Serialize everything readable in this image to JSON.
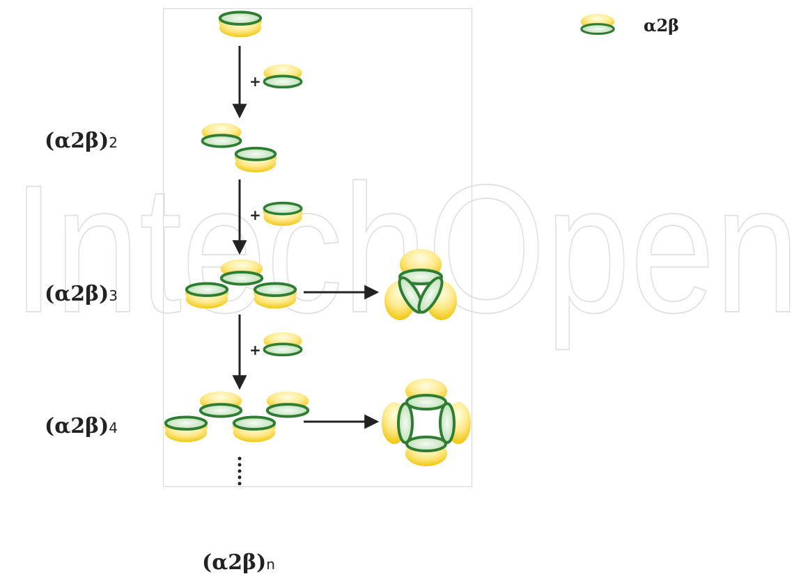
{
  "watermark": "IntechOpen",
  "legend": {
    "label": "α2β"
  },
  "labels": {
    "dimer": {
      "main": "(α2β)",
      "sub": "2"
    },
    "trimer": {
      "main": "(α2β)",
      "sub": "3"
    },
    "tetramer": {
      "main": "(α2β)",
      "sub": "4"
    },
    "polymer": {
      "main": "(α2β)",
      "sub": "n"
    }
  },
  "plus_symbol": "+",
  "colors": {
    "yellow_light": "#fff8b0",
    "yellow_dark": "#f2c60f",
    "green": "#2e7d32",
    "green_light": "#cde8c8",
    "arrow": "#222222"
  }
}
